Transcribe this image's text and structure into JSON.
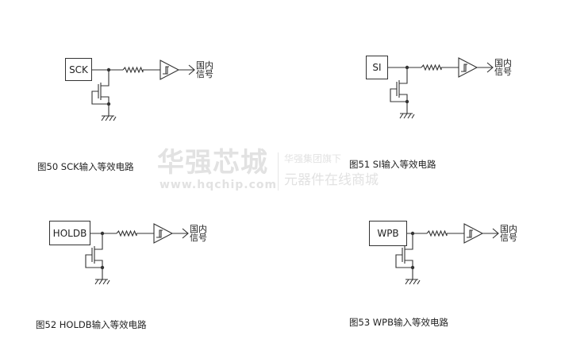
{
  "watermark": {
    "brand": "华强芯城",
    "url": "www.hqchip.com",
    "group": "华强集团旗下",
    "tagline": "元器件在线商城"
  },
  "figures": [
    {
      "pin": "SCK",
      "signal_line1": "国内",
      "signal_line2": "信号",
      "caption": "图50 SCK输入等效电路"
    },
    {
      "pin": "SI",
      "signal_line1": "国内",
      "signal_line2": "信号",
      "caption": "图51 SI输入等效电路"
    },
    {
      "pin": "HOLDB",
      "signal_line1": "国内",
      "signal_line2": "信号",
      "caption": "图52 HOLDB输入等效电路"
    },
    {
      "pin": "WPB",
      "signal_line1": "国内",
      "signal_line2": "信号",
      "caption": "图53 WPB输入等效电路"
    }
  ]
}
